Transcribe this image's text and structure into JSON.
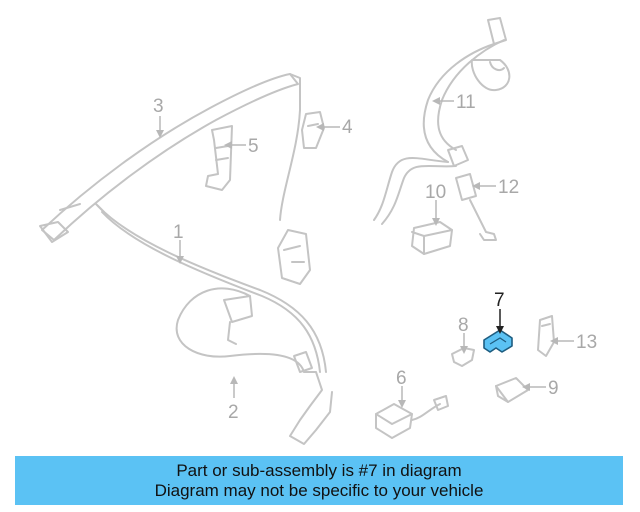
{
  "diagram": {
    "highlighted_part": "7",
    "highlight_color": "#5bc2f4",
    "callouts": [
      {
        "id": "1",
        "label": "1"
      },
      {
        "id": "2",
        "label": "2"
      },
      {
        "id": "3",
        "label": "3"
      },
      {
        "id": "4",
        "label": "4"
      },
      {
        "id": "5",
        "label": "5"
      },
      {
        "id": "6",
        "label": "6"
      },
      {
        "id": "7",
        "label": "7"
      },
      {
        "id": "8",
        "label": "8"
      },
      {
        "id": "9",
        "label": "9"
      },
      {
        "id": "10",
        "label": "10"
      },
      {
        "id": "11",
        "label": "11"
      },
      {
        "id": "12",
        "label": "12"
      },
      {
        "id": "13",
        "label": "13"
      }
    ]
  },
  "banner": {
    "line1": "Part or sub-assembly is #7 in diagram",
    "line2": "Diagram may not be specific to your vehicle",
    "background": "#5bc2f4"
  }
}
